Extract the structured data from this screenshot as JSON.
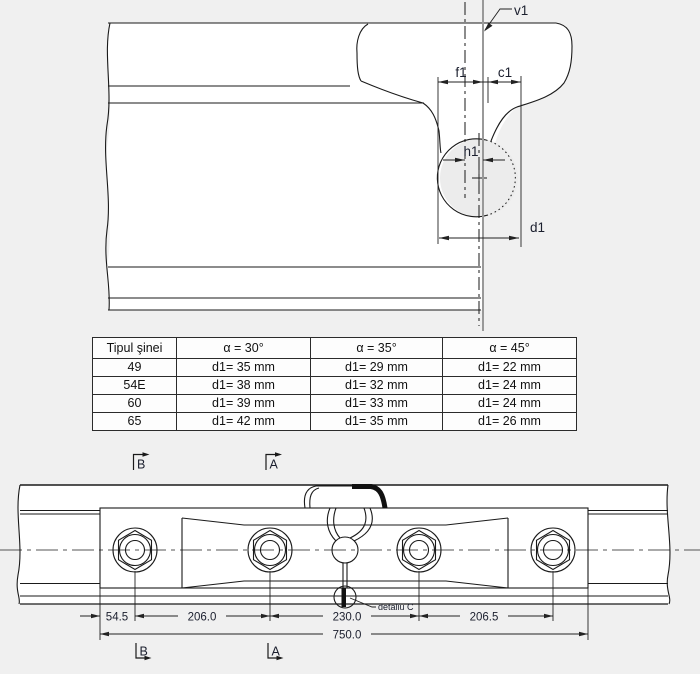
{
  "top_view": {
    "labels": {
      "v1": "v1",
      "f1": "f1",
      "c1": "c1",
      "h1": "h1",
      "d1": "d1"
    }
  },
  "table": {
    "headers": [
      "Tipul şinei",
      "α = 30°",
      "α = 35°",
      "α = 45°"
    ],
    "rows": [
      [
        "49",
        "d1= 35 mm",
        "d1= 29 mm",
        "d1= 22 mm"
      ],
      [
        "54E",
        "d1= 38 mm",
        "d1= 32 mm",
        "d1= 24 mm"
      ],
      [
        "60",
        "d1= 39 mm",
        "d1= 33 mm",
        "d1= 24 mm"
      ],
      [
        "65",
        "d1= 42 mm",
        "d1= 35 mm",
        "d1= 26 mm"
      ]
    ]
  },
  "bottom_view": {
    "section_markers": {
      "a": "A",
      "b": "B"
    },
    "dims": {
      "a": "54.5",
      "b": "206.0",
      "c": "230.0",
      "d": "206.5",
      "total": "750.0"
    },
    "detail_label": "detaliu C"
  },
  "colors": {
    "background": "#f0f0f0",
    "line": "#1a1a1a",
    "phantom_line": "#999999",
    "label_text": "#1b1f2e"
  }
}
